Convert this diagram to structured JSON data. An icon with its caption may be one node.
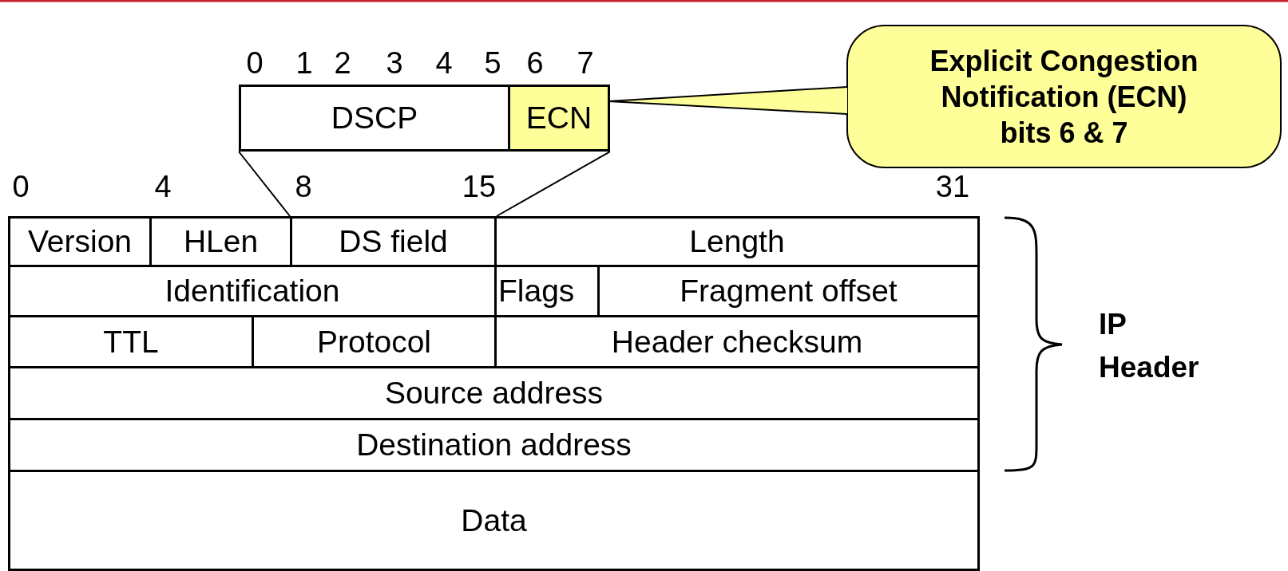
{
  "diagram": {
    "nodes": [
      {
        "text": [
          "DSCP"
        ]
      },
      {
        "text": [
          "ECN"
        ]
      },
      {
        "text": [
          "Explicit Congestion Notification (ECN) bits 6 & 7"
        ]
      },
      {
        "text": [
          "Version"
        ]
      },
      {
        "text": [
          "HLen"
        ]
      },
      {
        "text": [
          "DS field"
        ]
      },
      {
        "text": [
          "Length"
        ]
      },
      {
        "text": [
          "Identification"
        ]
      },
      {
        "text": [
          "Flags"
        ]
      },
      {
        "text": [
          "Fragment offset"
        ]
      },
      {
        "text": [
          "TTL"
        ]
      },
      {
        "text": [
          "Protocol"
        ]
      },
      {
        "text": [
          "Header checksum"
        ]
      },
      {
        "text": [
          "Source address"
        ]
      },
      {
        "text": [
          "Destination address"
        ]
      },
      {
        "text": [
          "Data"
        ]
      }
    ],
    "edges": [
      {
        "from": 2,
        "to": 1,
        "arrow": "none"
      },
      {
        "from": 5,
        "to": 0,
        "arrow": "none"
      },
      {
        "from": 5,
        "to": 1,
        "arrow": "none"
      }
    ],
    "labels": [
      "0",
      "1",
      "2",
      "3",
      "4",
      "5",
      "6",
      "7",
      "0",
      "4",
      "8",
      "15",
      "31",
      "IP Header"
    ]
  }
}
